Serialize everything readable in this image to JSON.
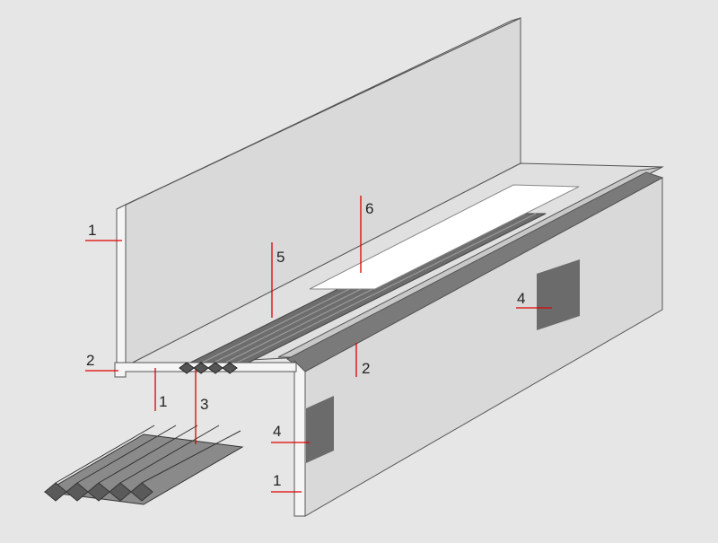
{
  "labels": {
    "back_wall": "1",
    "back_edge_trim": "2",
    "step_tread": "1",
    "corrugated_insert": "3",
    "riser_face": "1",
    "nosing_profile": "2",
    "riser_patch": "4",
    "riser_patch_side": "4",
    "grooved_strip": "5",
    "white_panel": "6"
  },
  "colors": {
    "background": "#e6e6e6",
    "surface_light": "#d9d9d9",
    "surface_edge": "#f2f2f2",
    "dark_patch": "#6b6b6b",
    "leader_line": "#e00000",
    "outline": "#555555"
  }
}
